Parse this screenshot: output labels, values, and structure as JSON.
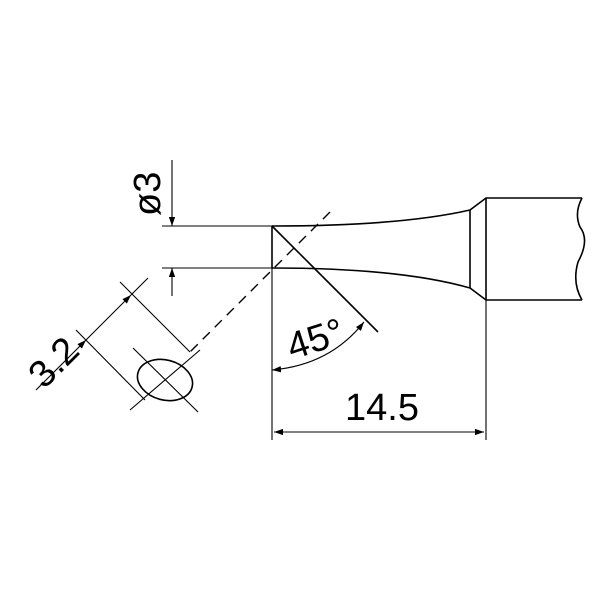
{
  "dimensions": {
    "diameter": "ø3",
    "flat_width": "3.2",
    "angle": "45°",
    "length": "14.5"
  }
}
